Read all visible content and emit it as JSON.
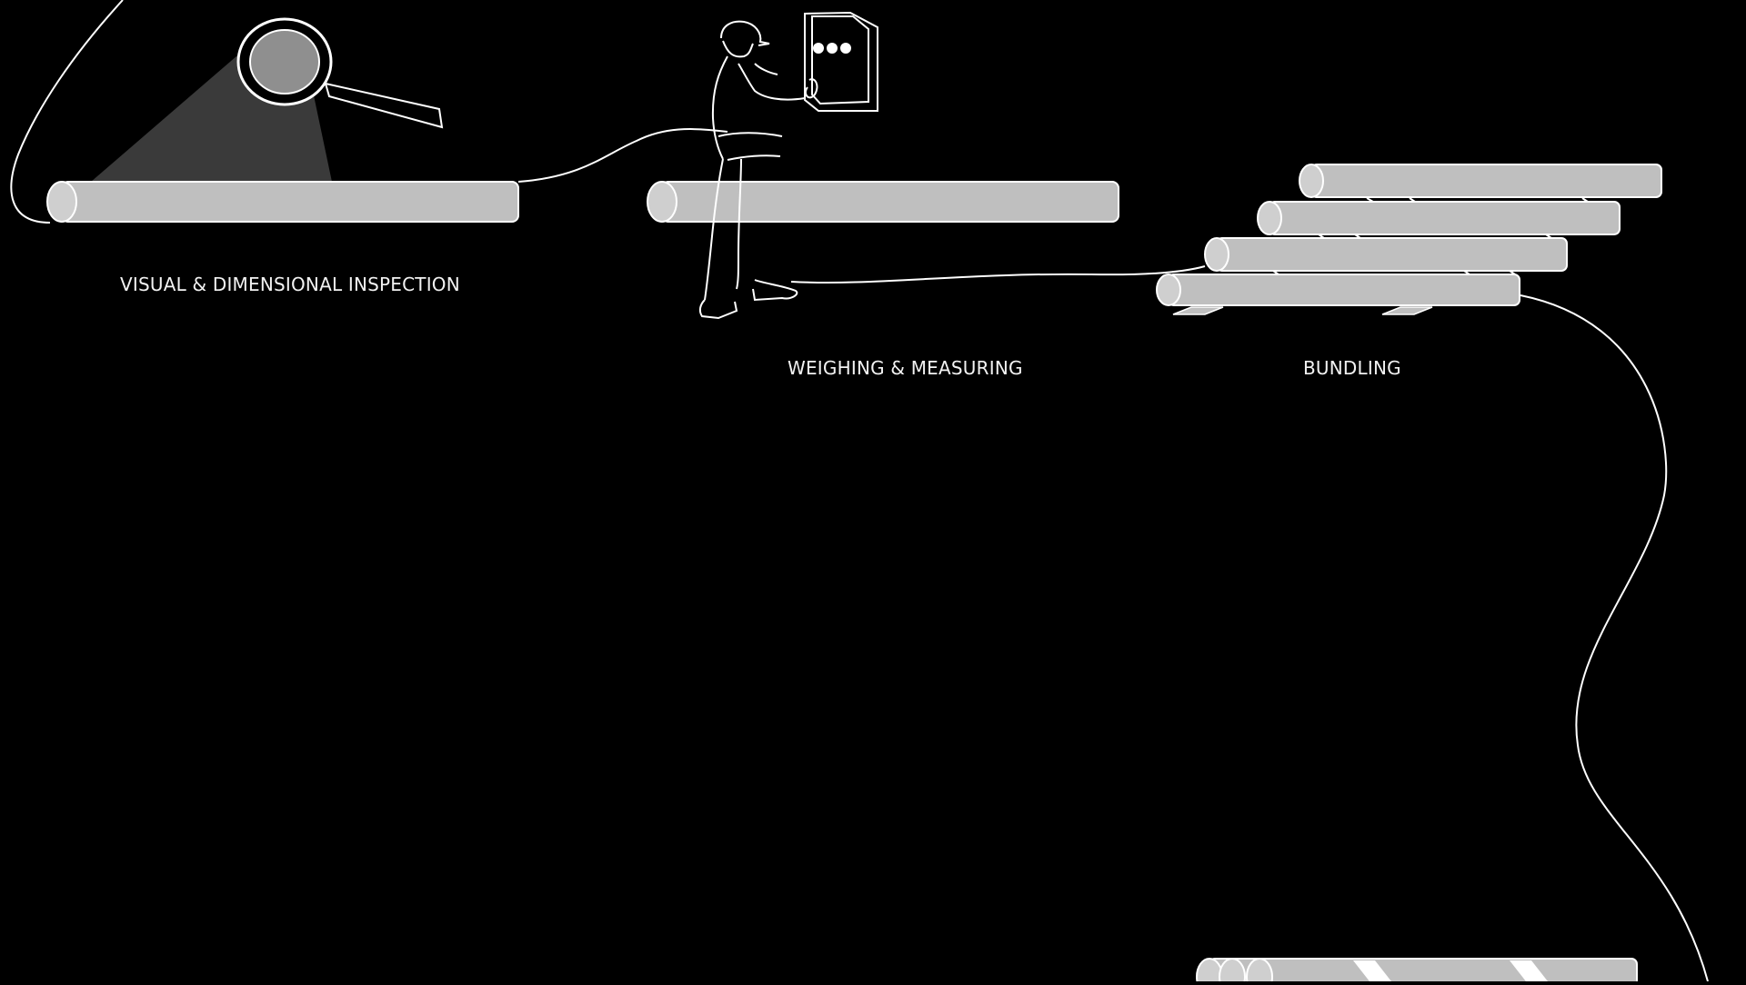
{
  "stages": {
    "inspection": {
      "label": "VISUAL & DIMENSIONAL INSPECTION"
    },
    "weighing": {
      "label": "WEIGHING & MEASURING"
    },
    "bundling": {
      "label": "BUNDLING"
    }
  },
  "colors": {
    "background": "#000000",
    "line": "#ffffff",
    "pipe_fill": "#bfbfbf",
    "pipe_end": "#cfcfcf",
    "light_beam": "#3a3a3a",
    "lens": "#8f8f8f",
    "text": "#f2f2f2"
  },
  "icons": [
    "magnifier-icon",
    "worker-icon",
    "tablet-icon",
    "pipe-bundle-icon"
  ]
}
